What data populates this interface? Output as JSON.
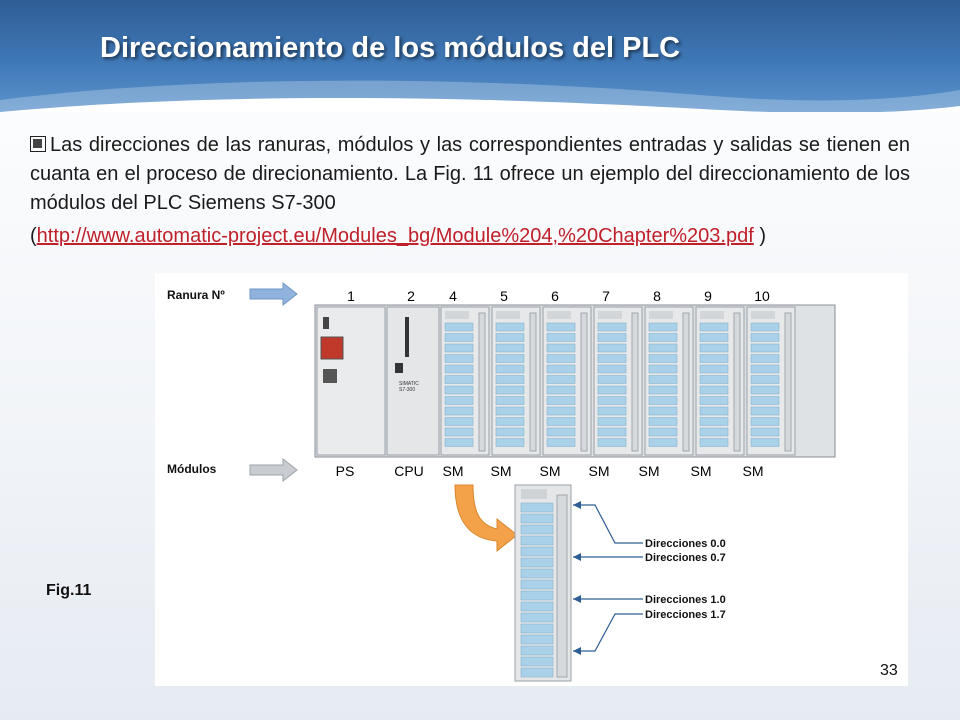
{
  "slide": {
    "title": "Direccionamiento de los módulos del PLC",
    "body": "Las direcciones de las ranuras, módulos y las correspondientes entradas y salidas se tienen en cuanta en el proceso de direcionamiento. La Fig. 11 ofrece un ejemplo del direccionamiento de los módulos del PLC Siemens S7-300",
    "link_open": "(",
    "link_text": "http://www.automatic-project.eu/Modules_bg/Module%204,%20Chapter%203.pdf",
    "link_close": " )",
    "fig_label": "Fig.11",
    "page_number": "33"
  },
  "figure": {
    "slot_label": "Ranura Nº",
    "module_label": "Módulos",
    "slots": [
      "1",
      "2",
      "4",
      "5",
      "6",
      "7",
      "8",
      "9",
      "10"
    ],
    "modules": [
      "PS",
      "CPU",
      "SM",
      "SM",
      "SM",
      "SM",
      "SM",
      "SM",
      "SM"
    ],
    "cpu_text_1": "SIMATIC",
    "cpu_text_2": "S7-300",
    "addresses": [
      "Direcciones 0.0",
      "Direcciones 0.7",
      "Direcciones 1.0",
      "Direcciones 1.7"
    ]
  },
  "colors": {
    "header": "#3f78b6",
    "link": "#c0202a",
    "module_cell": "#a9d2ea",
    "arrow_blue": "#8fb3dc",
    "arrow_grey": "#c9ccd0",
    "arrow_orange": "#f4a24a"
  },
  "icons": [
    "square-bullet-icon",
    "arrow-right-icon",
    "curved-arrow-icon"
  ]
}
